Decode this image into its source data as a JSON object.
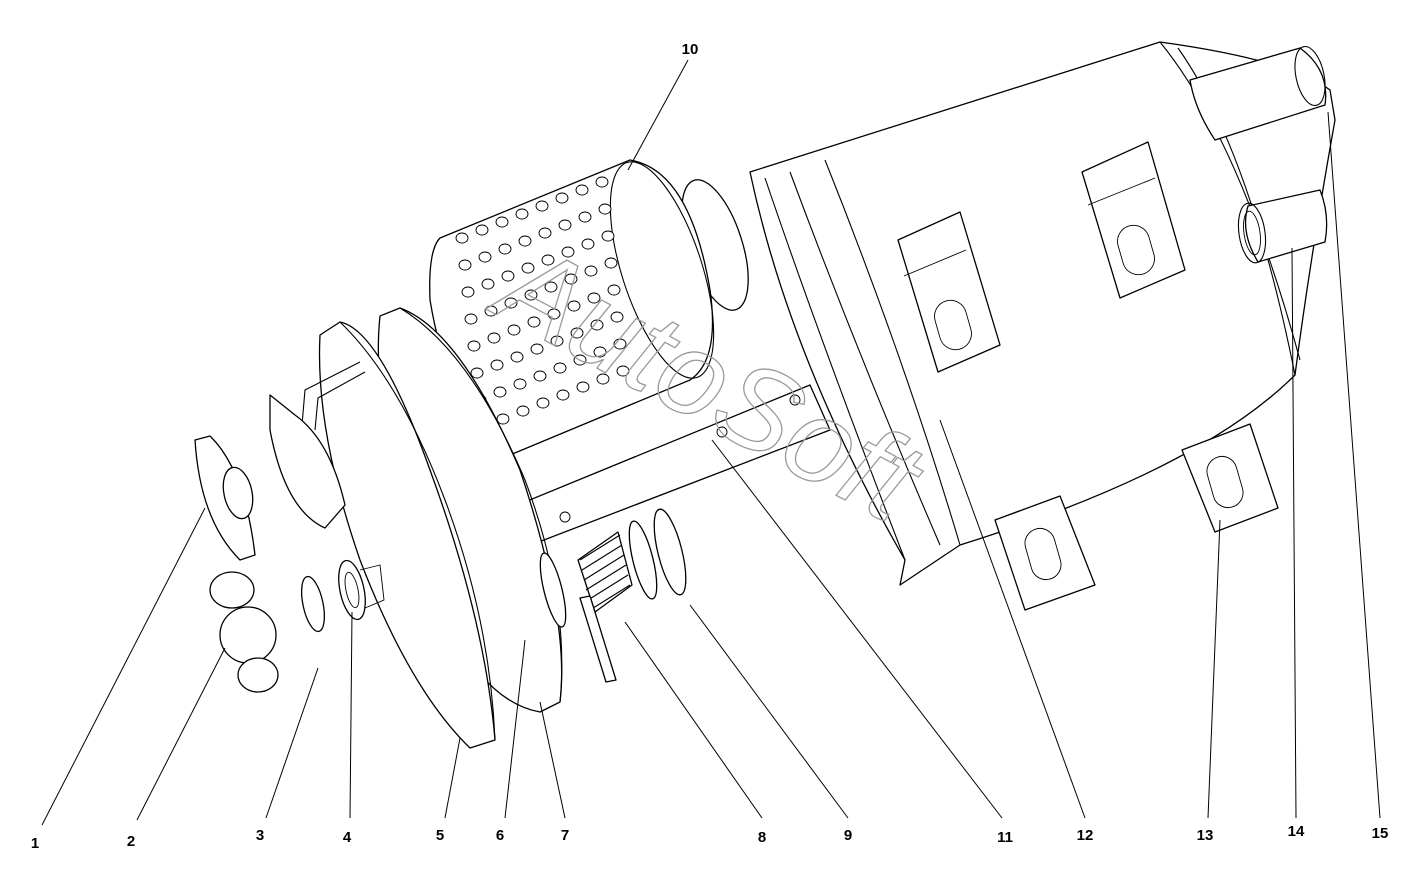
{
  "diagram": {
    "labels": {
      "l1": "1",
      "l2": "2",
      "l3": "3",
      "l4": "4",
      "l5": "5",
      "l6": "6",
      "l7": "7",
      "l8": "8",
      "l9": "9",
      "l10": "10",
      "l11": "11",
      "l12": "12",
      "l13": "13",
      "l14": "14",
      "l15": "15"
    },
    "watermark": "AutoSoft"
  }
}
